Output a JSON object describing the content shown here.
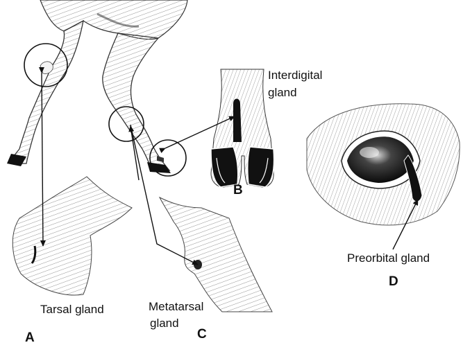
{
  "labels": {
    "interdigital_line1": "Interdigital",
    "interdigital_line2": "gland",
    "tarsal": "Tarsal gland",
    "metatarsal_line1": "Metatarsal",
    "metatarsal_line2": "gland",
    "preorbital": "Preorbital gland"
  },
  "panels": {
    "a": "A",
    "b": "B",
    "c": "C",
    "d": "D"
  },
  "colors": {
    "ink": "#111111",
    "fur": "#555555",
    "hoof": "#111111",
    "background": "#ffffff"
  }
}
